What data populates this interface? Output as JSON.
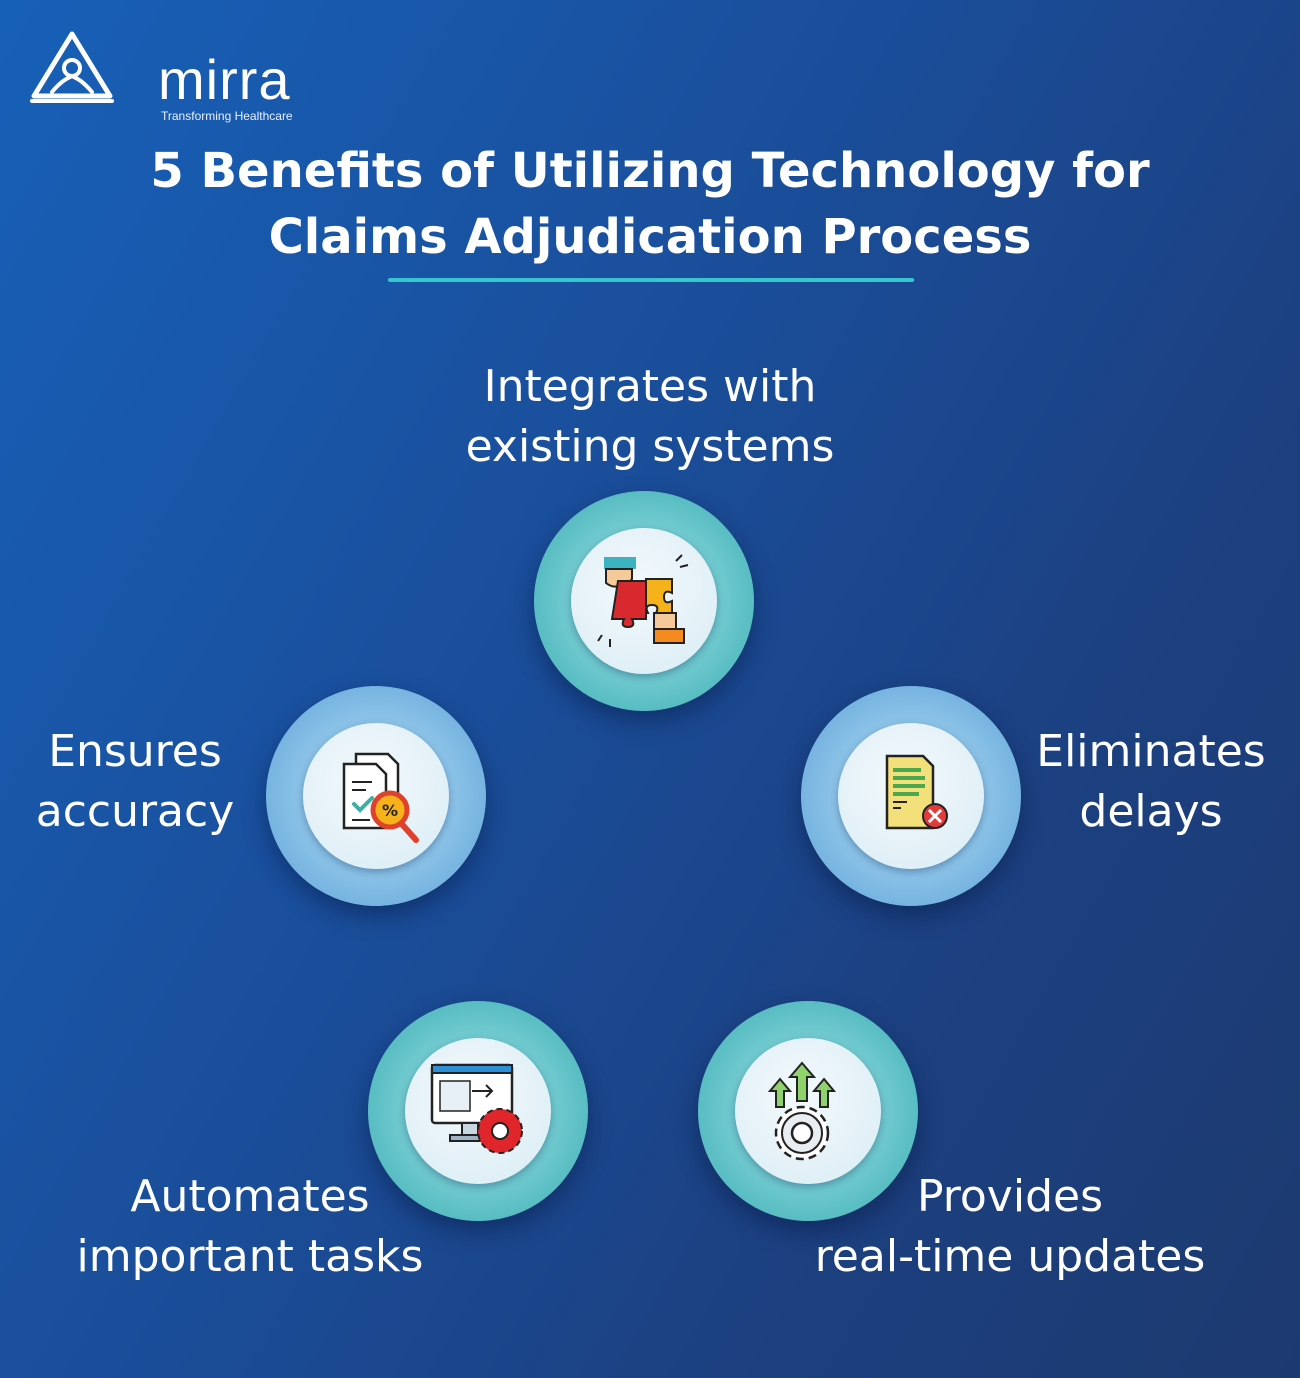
{
  "brand": {
    "name": "mirra",
    "tagline": "Transforming Healthcare"
  },
  "title": {
    "line1": "5 Benefits of Utilizing Technology for",
    "line2": "Claims Adjudication Process"
  },
  "benefits": [
    {
      "line1": "Integrates with",
      "line2": "existing systems",
      "icon": "puzzle-hands-icon"
    },
    {
      "line1": "Ensures",
      "line2": "accuracy",
      "icon": "document-magnifier-icon"
    },
    {
      "line1": "Eliminates",
      "line2": "delays",
      "icon": "document-cancel-icon"
    },
    {
      "line1": "Automates",
      "line2": "important tasks",
      "icon": "monitor-gear-icon"
    },
    {
      "line1": "Provides",
      "line2": "real-time updates",
      "icon": "gear-arrows-icon"
    }
  ],
  "colors": {
    "background_start": "#1760b8",
    "background_end": "#1d3a70",
    "accent_underline": "#36c6cf",
    "teal_ring": "#5fc2c7",
    "blue_ring": "#86bfe6"
  }
}
